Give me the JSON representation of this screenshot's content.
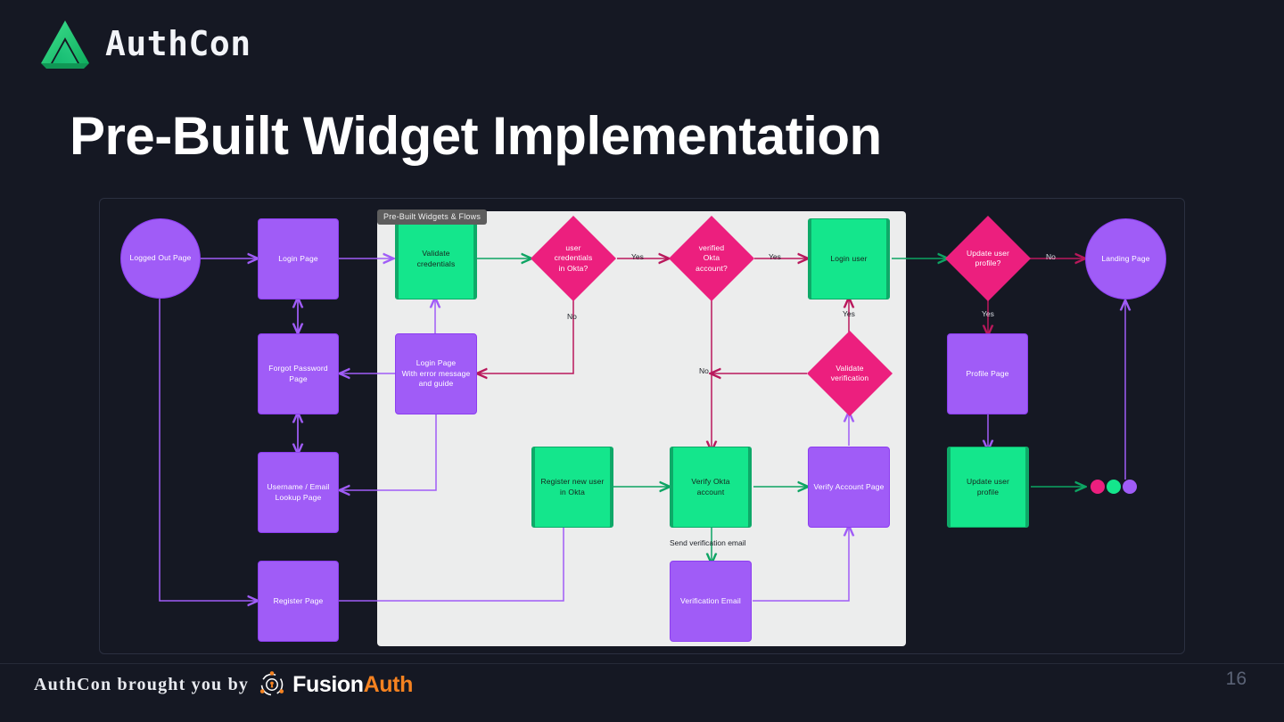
{
  "brand": {
    "name": "AuthCon",
    "logo_icon": "authcon-triangle-icon"
  },
  "slide": {
    "title": "Pre-Built Widget Implementation",
    "page_number": "16"
  },
  "footer": {
    "credit_text": "AuthCon brought you by",
    "sponsor_icon": "fusionauth-lock-icon",
    "sponsor_name_part1": "Fusion",
    "sponsor_name_part2": "Auth"
  },
  "colors": {
    "background": "#151823",
    "purple": "#a05cf7",
    "green": "#14e68c",
    "pink": "#ec1f7e",
    "subgraph_bg": "#eceded",
    "accent_orange": "#f58220"
  },
  "diagram": {
    "type": "flowchart",
    "subgraph_label": "Pre-Built Widgets & Flows",
    "nodes": [
      {
        "id": "logged_out",
        "label": "Logged Out Page",
        "shape": "circle",
        "color": "purple"
      },
      {
        "id": "login_page",
        "label": "Login Page",
        "shape": "rect",
        "color": "purple"
      },
      {
        "id": "forgot_password",
        "label": "Forgot Password Page",
        "shape": "rect",
        "color": "purple"
      },
      {
        "id": "username_lookup",
        "label": "Username / Email\nLookup Page",
        "shape": "rect",
        "color": "purple"
      },
      {
        "id": "register_page",
        "label": "Register Page",
        "shape": "rect",
        "color": "purple"
      },
      {
        "id": "validate_creds",
        "label": "Validate\ncredentials",
        "shape": "process",
        "color": "green"
      },
      {
        "id": "creds_in_okta",
        "label": "user\ncredentials\nin Okta?",
        "shape": "diamond",
        "color": "pink"
      },
      {
        "id": "login_error",
        "label": "Login Page\nWith error message\nand guide",
        "shape": "rect",
        "color": "purple"
      },
      {
        "id": "verified_account",
        "label": "verified\nOkta\naccount?",
        "shape": "diamond",
        "color": "pink"
      },
      {
        "id": "login_user",
        "label": "Login user",
        "shape": "process",
        "color": "green"
      },
      {
        "id": "validate_verif",
        "label": "Validate\nverification",
        "shape": "diamond",
        "color": "pink"
      },
      {
        "id": "register_new_user",
        "label": "Register new user\nin Okta",
        "shape": "process",
        "color": "green"
      },
      {
        "id": "verify_okta",
        "label": "Verify Okta\naccount",
        "shape": "process",
        "color": "green"
      },
      {
        "id": "verify_acct_page",
        "label": "Verify Account Page",
        "shape": "rect",
        "color": "purple"
      },
      {
        "id": "verification_email",
        "label": "Verification Email",
        "shape": "rect",
        "color": "purple"
      },
      {
        "id": "update_profile_q",
        "label": "Update user\nprofile?",
        "shape": "diamond",
        "color": "pink"
      },
      {
        "id": "profile_page",
        "label": "Profile Page",
        "shape": "rect",
        "color": "purple"
      },
      {
        "id": "update_profile",
        "label": "Update user\nprofile",
        "shape": "process",
        "color": "green"
      },
      {
        "id": "landing_page",
        "label": "Landing Page",
        "shape": "circle",
        "color": "purple"
      }
    ],
    "edge_labels": [
      {
        "id": "e_yes_1",
        "text": "Yes"
      },
      {
        "id": "e_no_1",
        "text": "No"
      },
      {
        "id": "e_yes_2",
        "text": "Yes"
      },
      {
        "id": "e_no_2",
        "text": "No"
      },
      {
        "id": "e_yes_3",
        "text": "Yes"
      },
      {
        "id": "e_no_3",
        "text": "No"
      },
      {
        "id": "e_yes_4",
        "text": "Yes"
      },
      {
        "id": "e_send",
        "text": "Send verification email"
      }
    ],
    "end_dots": [
      "#ec1f7e",
      "#14e68c",
      "#a05cf7"
    ]
  }
}
